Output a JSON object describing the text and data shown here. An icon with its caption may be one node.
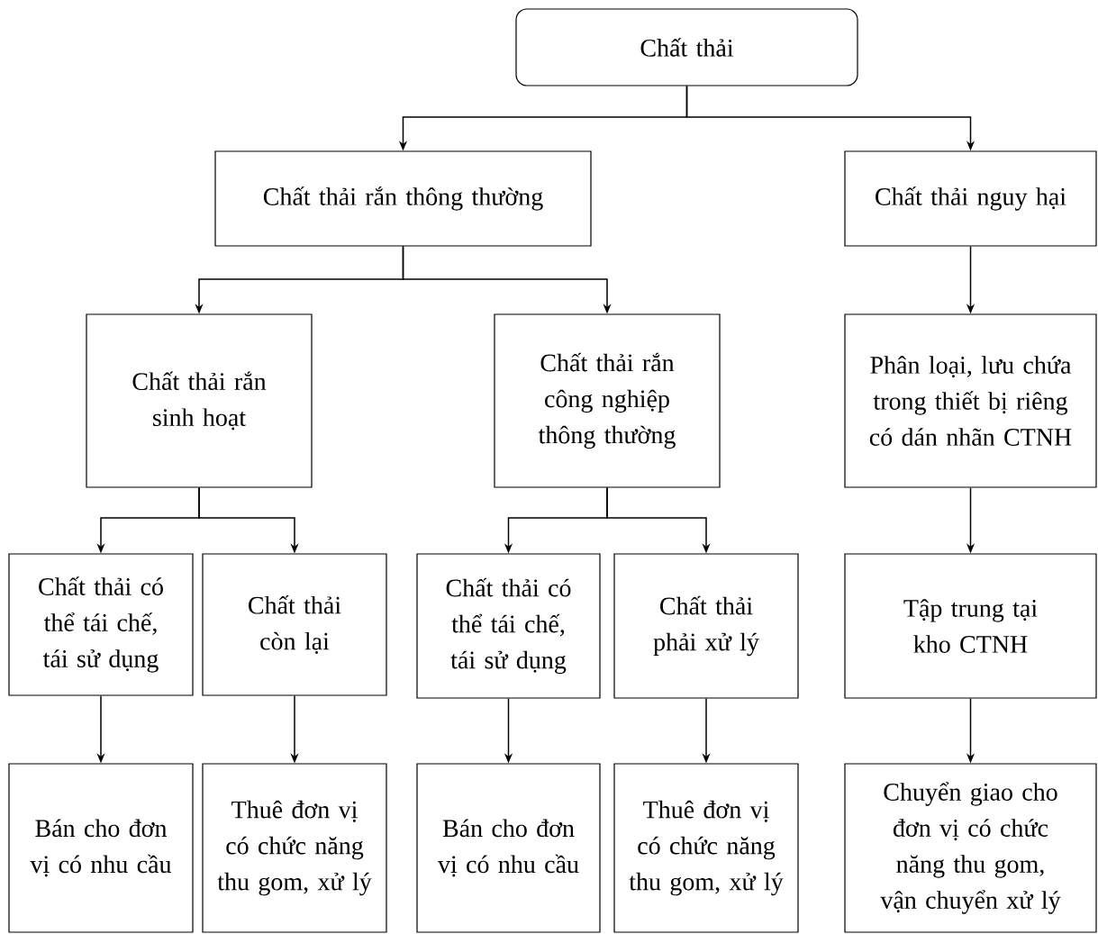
{
  "diagram": {
    "nodes": [
      {
        "text": [
          "Chất thải"
        ]
      },
      {
        "text": [
          "Chất thải rắn thông thường"
        ]
      },
      {
        "text": [
          "Chất thải nguy hại"
        ]
      },
      {
        "text": [
          "Chất thải rắn sinh hoạt"
        ]
      },
      {
        "text": [
          "Chất thải rắn công nghiệp thông thường"
        ]
      },
      {
        "text": [
          "Phân loại, lưu chứa trong thiết bị riêng có dán nhãn CTNH"
        ]
      },
      {
        "text": [
          "Chất thải có thể tái chế, tái sử dụng"
        ]
      },
      {
        "text": [
          "Chất thải còn lại"
        ]
      },
      {
        "text": [
          "Chất thải có thể tái chế, tái sử dụng"
        ]
      },
      {
        "text": [
          "Chất thải phải xử lý"
        ]
      },
      {
        "text": [
          "Tập trung tại kho CTNH"
        ]
      },
      {
        "text": [
          "Bán cho đơn vị có nhu cầu"
        ]
      },
      {
        "text": [
          "Thuê đơn vị có chức năng thu gom, xử lý"
        ]
      },
      {
        "text": [
          "Bán cho đơn vị có nhu cầu"
        ]
      },
      {
        "text": [
          "Thuê đơn vị có chức năng thu gom, xử lý"
        ]
      },
      {
        "text": [
          "Chuyển giao cho đơn vị có chức năng thu gom, vận chuyển xử lý"
        ]
      }
    ],
    "edges": [
      {
        "from": 0,
        "to": 1,
        "arrow": "to"
      },
      {
        "from": 0,
        "to": 2,
        "arrow": "to"
      },
      {
        "from": 1,
        "to": 3,
        "arrow": "to"
      },
      {
        "from": 1,
        "to": 4,
        "arrow": "to"
      },
      {
        "from": 2,
        "to": 5,
        "arrow": "to"
      },
      {
        "from": 3,
        "to": 6,
        "arrow": "to"
      },
      {
        "from": 3,
        "to": 7,
        "arrow": "to"
      },
      {
        "from": 4,
        "to": 8,
        "arrow": "to"
      },
      {
        "from": 4,
        "to": 9,
        "arrow": "to"
      },
      {
        "from": 5,
        "to": 10,
        "arrow": "to"
      },
      {
        "from": 6,
        "to": 11,
        "arrow": "to"
      },
      {
        "from": 7,
        "to": 12,
        "arrow": "to"
      },
      {
        "from": 8,
        "to": 13,
        "arrow": "to"
      },
      {
        "from": 9,
        "to": 14,
        "arrow": "to"
      },
      {
        "from": 10,
        "to": 15,
        "arrow": "to"
      }
    ]
  }
}
